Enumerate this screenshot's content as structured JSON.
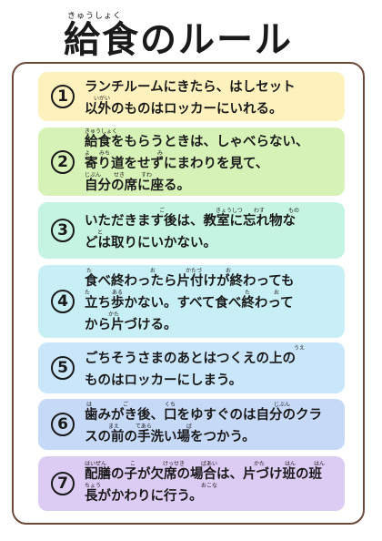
{
  "title": {
    "text": "給食のルール",
    "ruby": "きゅうしょく"
  },
  "rules": [
    {
      "number": "1",
      "color": "#fdf1bd",
      "lines": [
        "ランチルームにきたら、はしセット",
        "以外のものはロッカーにいれる。"
      ],
      "ruby": [
        [],
        [
          {
            "text": "いがい",
            "line": 1
          }
        ]
      ]
    },
    {
      "number": "2",
      "color": "#d7f2b7",
      "lines": [
        "給食をもらうときは、しゃべらない、",
        "寄り道をせずにまわりを見て、",
        "自分の席に座る。"
      ],
      "ruby": [
        [
          {
            "text": "きゅうしょく"
          }
        ],
        [
          {
            "text": "よ"
          },
          {
            "text": "みち"
          },
          {
            "text": "み"
          }
        ],
        [
          {
            "text": "じぶん"
          },
          {
            "text": "せき"
          },
          {
            "text": "すわ"
          }
        ]
      ]
    },
    {
      "number": "3",
      "color": "#c6f4e2",
      "lines": [
        "いただきます後は、教室に忘れ物な",
        "どは取りにいかない。"
      ],
      "ruby": [
        [
          {
            "text": "ご"
          },
          {
            "text": "きょうしつ"
          },
          {
            "text": "わす"
          },
          {
            "text": "もの"
          }
        ],
        [
          {
            "text": "と"
          }
        ]
      ]
    },
    {
      "number": "4",
      "color": "#c8eff5",
      "lines": [
        "食べ終わったら片付けが終わっても",
        "立ち歩かない。すべて食べ終わって",
        "から片づける。"
      ],
      "ruby": [
        [
          {
            "text": "た"
          },
          {
            "text": "お"
          },
          {
            "text": "かたづ"
          },
          {
            "text": "お"
          }
        ],
        [
          {
            "text": "た"
          },
          {
            "text": "ある"
          },
          {
            "text": "た"
          },
          {
            "text": "お"
          }
        ],
        [
          {
            "text": "かた"
          }
        ]
      ]
    },
    {
      "number": "5",
      "color": "#c9e6fb",
      "lines": [
        "ごちそうさまのあとはつくえの上の",
        "ものはロッカーにしまう。"
      ],
      "ruby": [
        [
          {
            "text": "うえ"
          }
        ],
        []
      ]
    },
    {
      "number": "6",
      "color": "#c6d9f7",
      "lines": [
        "歯みがき後、口をゆすぐのは自分のクラ",
        "スの前の手洗い場をつかう。"
      ],
      "ruby": [
        [
          {
            "text": "は"
          },
          {
            "text": "ご"
          },
          {
            "text": "くち"
          },
          {
            "text": "じぶん"
          }
        ],
        [
          {
            "text": "まえ"
          },
          {
            "text": "てあら"
          },
          {
            "text": "ば"
          }
        ]
      ]
    },
    {
      "number": "7",
      "color": "#dccbf3",
      "lines": [
        "配膳の子が欠席の場合は、片づけ班の班",
        "長がかわりに行う。"
      ],
      "ruby": [
        [
          {
            "text": "はいぜん"
          },
          {
            "text": "こ"
          },
          {
            "text": "けっせき"
          },
          {
            "text": "ばあい"
          },
          {
            "text": "かた"
          },
          {
            "text": "はん"
          },
          {
            "text": "はん"
          }
        ],
        [
          {
            "text": "ちょう"
          },
          {
            "text": "おこな"
          }
        ]
      ]
    }
  ]
}
